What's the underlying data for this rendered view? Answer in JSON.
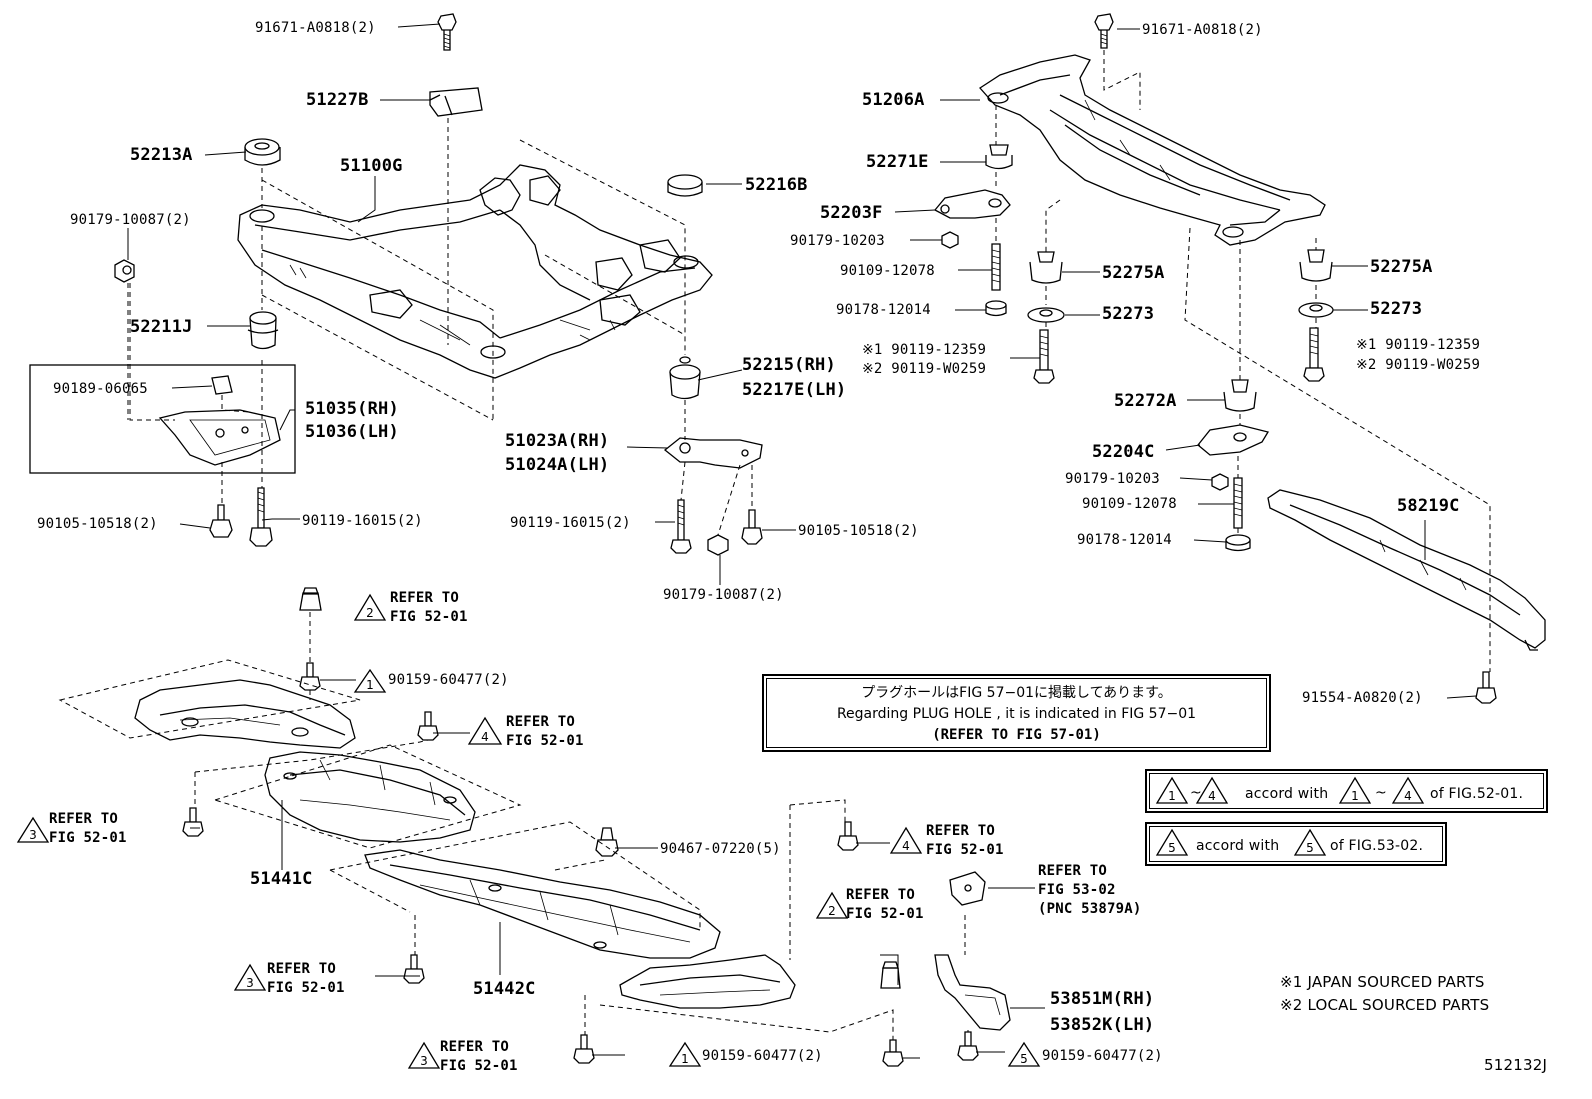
{
  "parts": {
    "p_91671_l": "91671-A0818(2)",
    "p_51227b": "51227B",
    "p_52213a": "52213A",
    "p_51100g": "51100G",
    "p_90179_10087_a": "90179-10087(2)",
    "p_52211j": "52211J",
    "p_90189": "90189-06065",
    "p_51035": "51035(RH)",
    "p_51036": "51036(LH)",
    "p_90105_a": "90105-10518(2)",
    "p_90119_16015_a": "90119-16015(2)",
    "p_52216b": "52216B",
    "p_52215": "52215(RH)",
    "p_52217e": "52217E(LH)",
    "p_51023a": "51023A(RH)",
    "p_51024a": "51024A(LH)",
    "p_90119_16015_b": "90119-16015(2)",
    "p_90105_b": "90105-10518(2)",
    "p_90179_10087_b": "90179-10087(2)",
    "p_91671_r": "91671-A0818(2)",
    "p_51206a": "51206A",
    "p_52271e": "52271E",
    "p_52203f": "52203F",
    "p_90179_10203_a": "90179-10203",
    "p_90109_a": "90109-12078",
    "p_90178_a": "90178-12014",
    "p_x1_a": "※1 90119-12359",
    "p_x2_a": "※2 90119-W0259",
    "p_52275a_a": "52275A",
    "p_52273_a": "52273",
    "p_52275a_b": "52275A",
    "p_52273_b": "52273",
    "p_x1_b": "※1 90119-12359",
    "p_x2_b": "※2 90119-W0259",
    "p_52272a": "52272A",
    "p_52204c": "52204C",
    "p_90179_10203_b": "90179-10203",
    "p_90109_b": "90109-12078",
    "p_90178_b": "90178-12014",
    "p_58219c": "58219C",
    "p_91554": "91554-A0820(2)",
    "p_90159_a": "90159-60477(2)",
    "p_90467": "90467-07220(5)",
    "p_51441c": "51441C",
    "p_51442c": "51442C",
    "p_90159_b": "90159-60477(2)",
    "p_90159_c": "90159-60477(2)",
    "p_53851m": "53851M(RH)",
    "p_53852k": "53852K(LH)",
    "p_fig_refer": "REFER TO",
    "p_fig_53": "FIG 53-02",
    "p_pnc": "(PNC 53879A)"
  },
  "refs": {
    "refer_to": "REFER TO",
    "fig_52": "FIG 52-01"
  },
  "triangles": {
    "t1": "1",
    "t2": "2",
    "t3": "3",
    "t4": "4",
    "t5": "5"
  },
  "note": {
    "line_jp": "プラグホールはFIG 57−01に掲載してあります。",
    "line_en": "Regarding PLUG HOLE , it is indicated in FIG 57−01",
    "line_ref": "(REFER TO FIG 57-01)"
  },
  "accord": {
    "a1_mid": "~",
    "a1_text": "accord with",
    "a1_tilde": "~",
    "a1_tail": "of FIG.52-01.",
    "a2_text": "accord with",
    "a2_tail": "of FIG.53-02."
  },
  "footnotes": {
    "f1": "※1 JAPAN SOURCED PARTS",
    "f2": "※2 LOCAL SOURCED PARTS"
  },
  "figure_code": "512132J"
}
